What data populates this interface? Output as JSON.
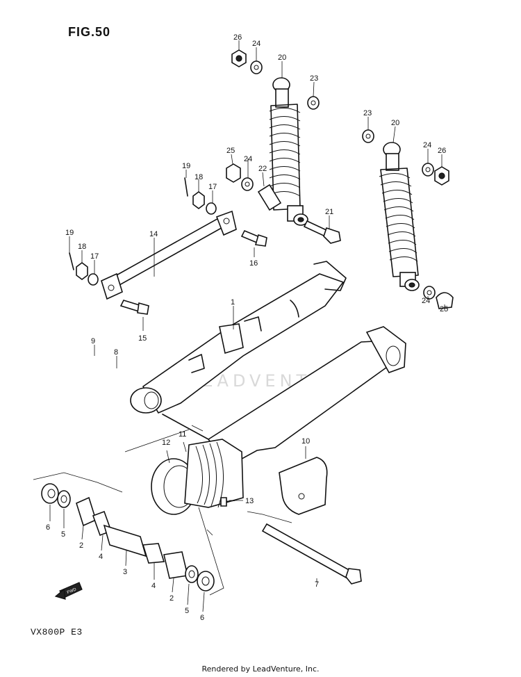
{
  "figure": {
    "title": "FIG.50",
    "model_code": "VX800P  E3",
    "footer": "Rendered by LeadVenture, Inc.",
    "watermark": "LEADVENTURE",
    "fwd_label": "FWD"
  },
  "callouts": {
    "c1": "1",
    "c2a": "2",
    "c2b": "2",
    "c3": "3",
    "c4a": "4",
    "c4b": "4",
    "c5a": "5",
    "c5b": "5",
    "c6a": "6",
    "c6b": "6",
    "c7": "7",
    "c8": "8",
    "c9": "9",
    "c10": "10",
    "c11": "11",
    "c12": "12",
    "c13": "13",
    "c14": "14",
    "c15": "15",
    "c16": "16",
    "c17a": "17",
    "c17b": "17",
    "c18a": "18",
    "c18b": "18",
    "c19a": "19",
    "c19b": "19",
    "c20a": "20",
    "c20b": "20",
    "c21": "21",
    "c22": "22",
    "c23a": "23",
    "c23b": "23",
    "c24a": "24",
    "c24b": "24",
    "c24c": "24",
    "c24d": "24",
    "c25a": "25",
    "c25b": "25",
    "c26a": "26",
    "c26b": "26"
  }
}
